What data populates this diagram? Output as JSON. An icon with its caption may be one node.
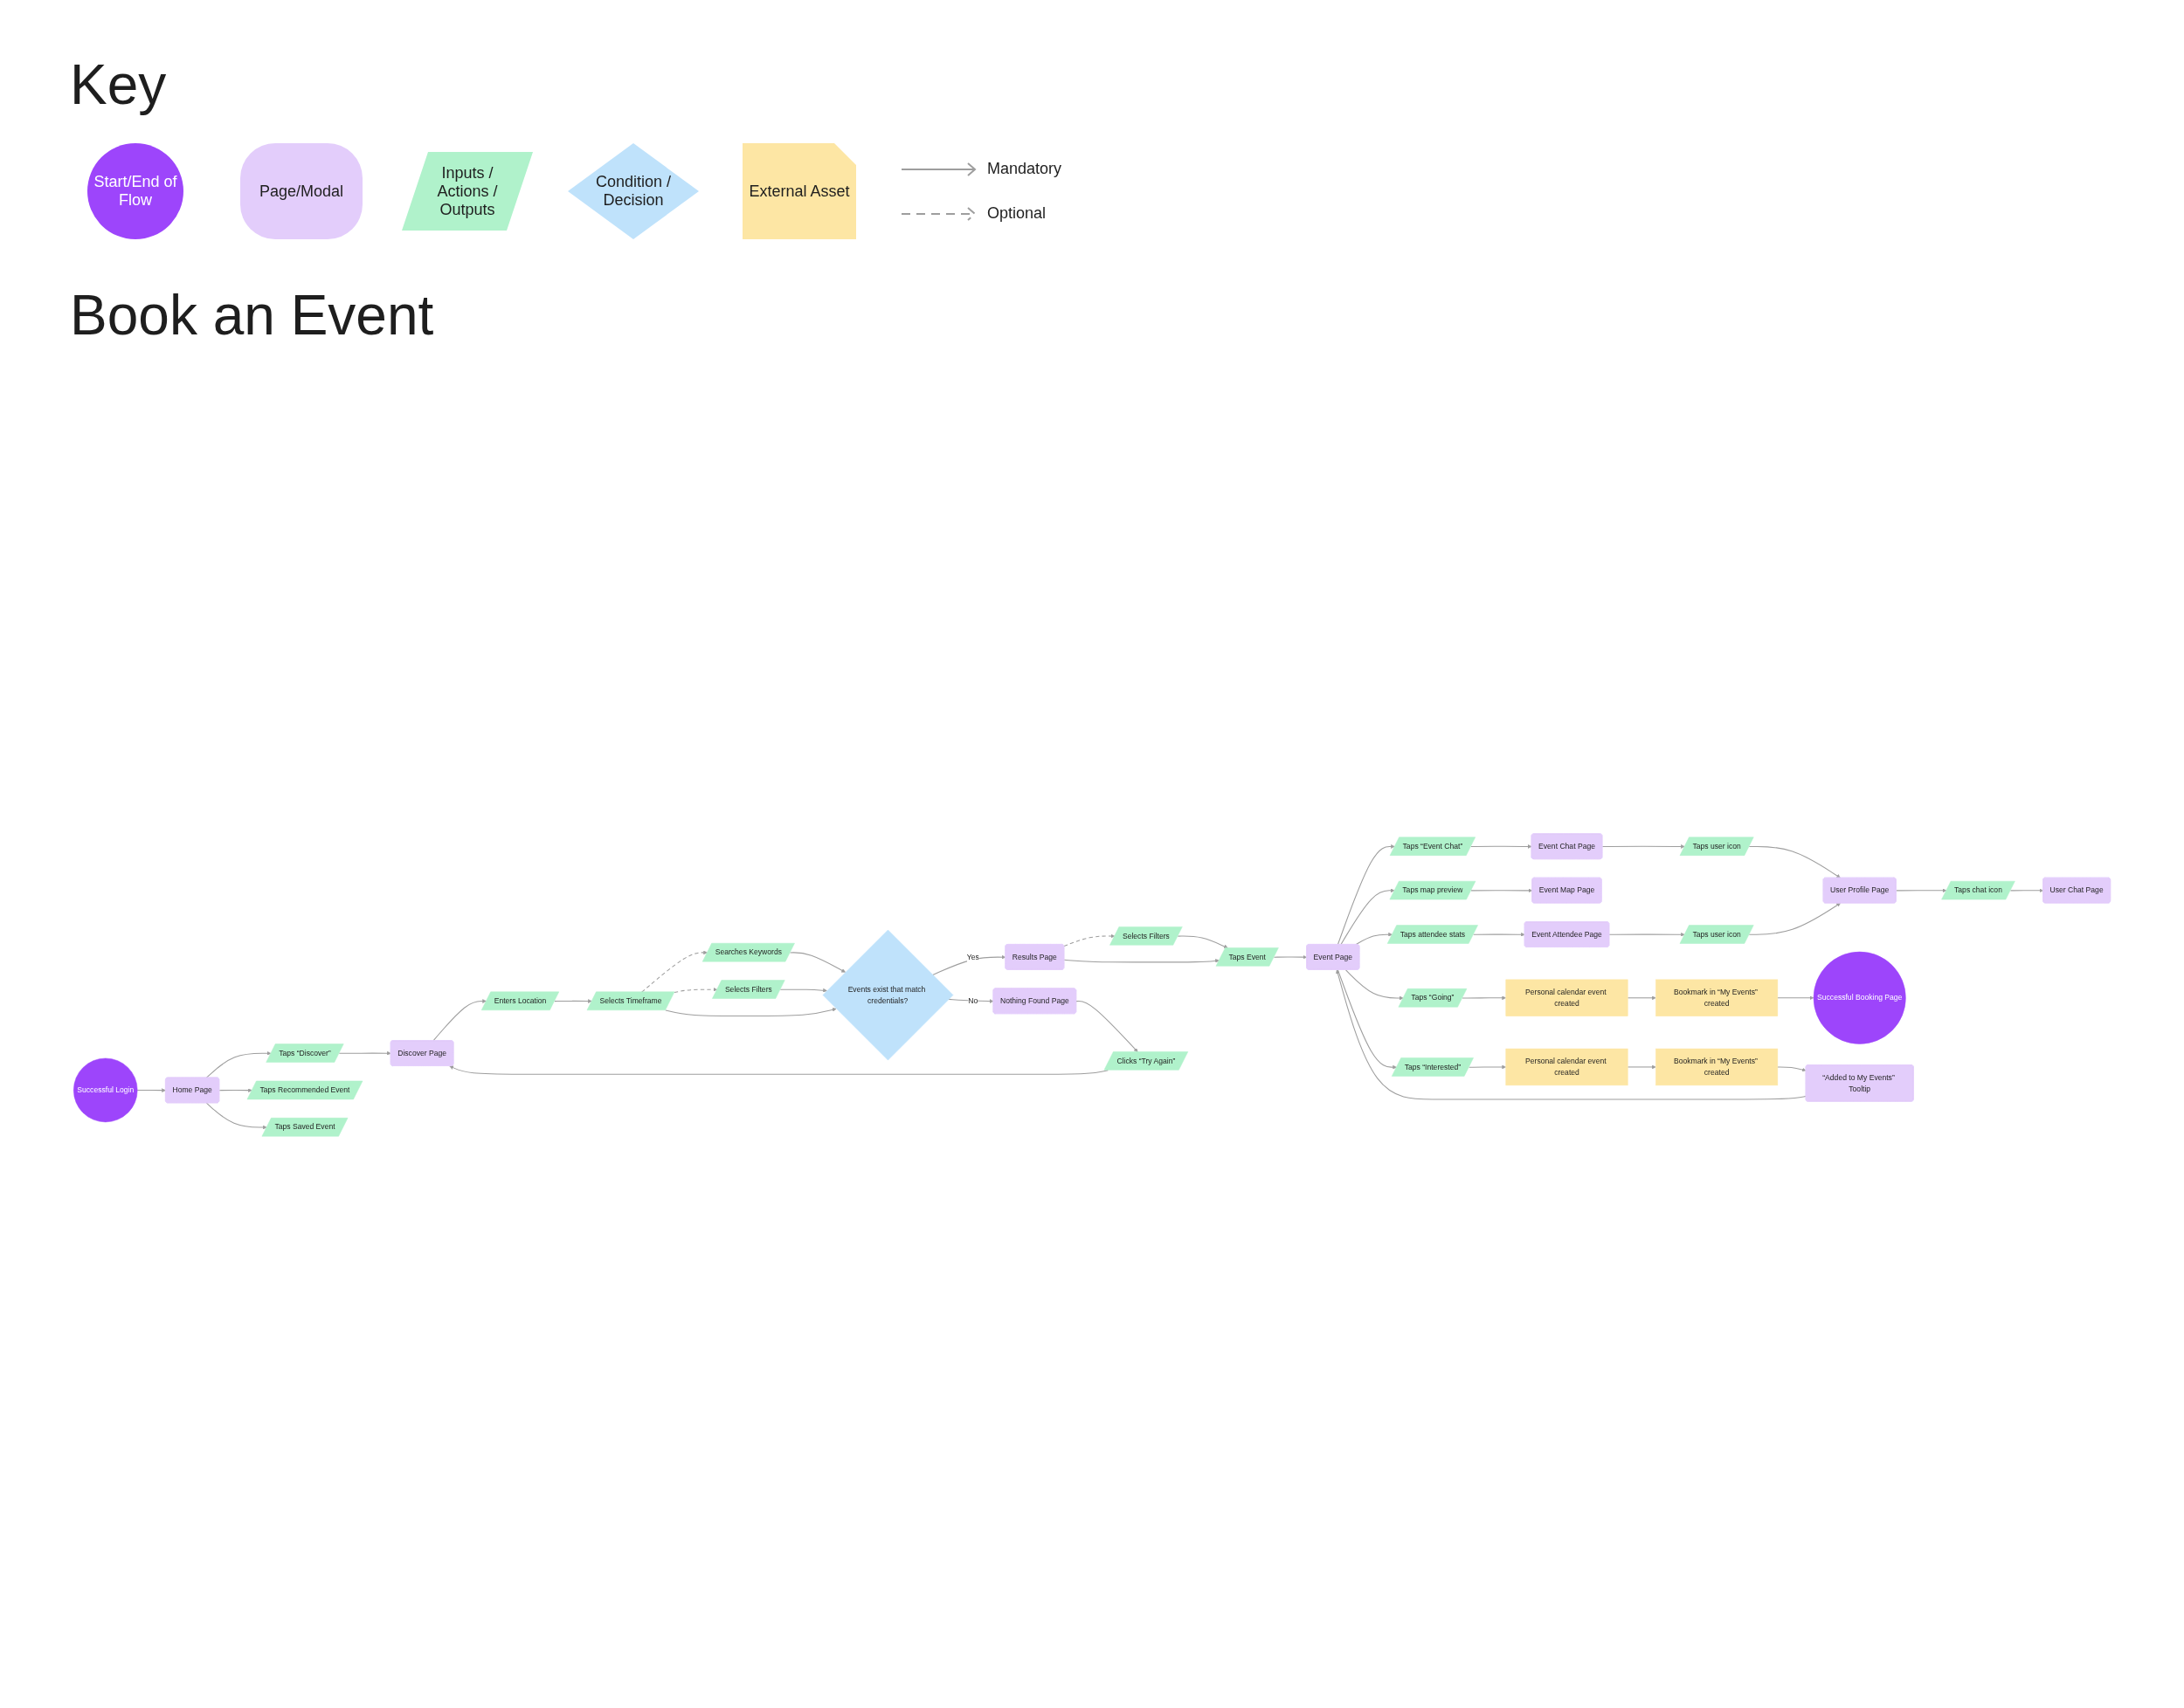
{
  "diagram": {
    "title": "Book an Event",
    "nodes": [
      {
        "text": [
          "Successful Login"
        ]
      },
      {
        "text": [
          "Home Page"
        ]
      },
      {
        "text": [
          "Taps “Discover”"
        ]
      },
      {
        "text": [
          "Taps Recommended Event"
        ]
      },
      {
        "text": [
          "Taps Saved Event"
        ]
      },
      {
        "text": [
          "Discover Page"
        ]
      },
      {
        "text": [
          "Enters Location"
        ]
      },
      {
        "text": [
          "Selects Timeframe"
        ]
      },
      {
        "text": [
          "Searches Keywords"
        ]
      },
      {
        "text": [
          "Selects Filters"
        ]
      },
      {
        "text": [
          "Events exist that match credentials?"
        ]
      },
      {
        "text": [
          "Results Page"
        ]
      },
      {
        "text": [
          "Selects Filters"
        ]
      },
      {
        "text": [
          "Taps Event"
        ]
      },
      {
        "text": [
          "Nothing Found Page"
        ]
      },
      {
        "text": [
          "Clicks “Try Again”"
        ]
      },
      {
        "text": [
          "Event Page"
        ]
      },
      {
        "text": [
          "Taps “Event Chat”"
        ]
      },
      {
        "text": [
          "Taps map preview"
        ]
      },
      {
        "text": [
          "Taps attendee stats"
        ]
      },
      {
        "text": [
          "Event Chat Page"
        ]
      },
      {
        "text": [
          "Taps user icon"
        ]
      },
      {
        "text": [
          "Event Map Page"
        ]
      },
      {
        "text": [
          "Event Attendee Page"
        ]
      },
      {
        "text": [
          "Taps user icon"
        ]
      },
      {
        "text": [
          "User Profile Page"
        ]
      },
      {
        "text": [
          "Taps chat icon"
        ]
      },
      {
        "text": [
          "User Chat Page"
        ]
      },
      {
        "text": [
          "Taps “Going”"
        ]
      },
      {
        "text": [
          "Personal calendar event created"
        ]
      },
      {
        "text": [
          "Bookmark in “My Events” created"
        ]
      },
      {
        "text": [
          "Successful Booking Page"
        ]
      },
      {
        "text": [
          "Taps “Interested”"
        ]
      },
      {
        "text": [
          "Personal calendar event created"
        ]
      },
      {
        "text": [
          "Bookmark in “My Events” created"
        ]
      },
      {
        "text": [
          "“Added to My Events” Tooltip"
        ]
      }
    ],
    "edges": [
      {
        "from": 0,
        "to": 1,
        "arrow": "to"
      },
      {
        "from": 1,
        "to": 2,
        "arrow": "to"
      },
      {
        "from": 1,
        "to": 3,
        "arrow": "to"
      },
      {
        "from": 1,
        "to": 4,
        "arrow": "to"
      },
      {
        "from": 2,
        "to": 5,
        "arrow": "to"
      },
      {
        "from": 5,
        "to": 6,
        "arrow": "to"
      },
      {
        "from": 6,
        "to": 7,
        "arrow": "to"
      },
      {
        "from": 7,
        "to": 8,
        "arrow": "to",
        "style": "dashed"
      },
      {
        "from": 7,
        "to": 9,
        "arrow": "to",
        "style": "dashed"
      },
      {
        "from": 7,
        "to": 10,
        "arrow": "to"
      },
      {
        "from": 8,
        "to": 10,
        "arrow": "to"
      },
      {
        "from": 9,
        "to": 10,
        "arrow": "to"
      },
      {
        "from": 10,
        "to": 11,
        "arrow": "to",
        "label": "Yes"
      },
      {
        "from": 10,
        "to": 14,
        "arrow": "to",
        "label": "No"
      },
      {
        "from": 14,
        "to": 15,
        "arrow": "to"
      },
      {
        "from": 15,
        "to": 5,
        "arrow": "to"
      },
      {
        "from": 11,
        "to": 12,
        "arrow": "to",
        "style": "dashed"
      },
      {
        "from": 11,
        "to": 13,
        "arrow": "to"
      },
      {
        "from": 12,
        "to": 13,
        "arrow": "to"
      },
      {
        "from": 13,
        "to": 16,
        "arrow": "to"
      },
      {
        "from": 16,
        "to": 17,
        "arrow": "to"
      },
      {
        "from": 16,
        "to": 18,
        "arrow": "to"
      },
      {
        "from": 16,
        "to": 19,
        "arrow": "to"
      },
      {
        "from": 16,
        "to": 28,
        "arrow": "to"
      },
      {
        "from": 16,
        "to": 32,
        "arrow": "to"
      },
      {
        "from": 17,
        "to": 20,
        "arrow": "to"
      },
      {
        "from": 20,
        "to": 21,
        "arrow": "to"
      },
      {
        "from": 21,
        "to": 25,
        "arrow": "to"
      },
      {
        "from": 18,
        "to": 22,
        "arrow": "to"
      },
      {
        "from": 19,
        "to": 23,
        "arrow": "to"
      },
      {
        "from": 23,
        "to": 24,
        "arrow": "to"
      },
      {
        "from": 24,
        "to": 25,
        "arrow": "to"
      },
      {
        "from": 25,
        "to": 26,
        "arrow": "to"
      },
      {
        "from": 26,
        "to": 27,
        "arrow": "to"
      },
      {
        "from": 28,
        "to": 29,
        "arrow": "to"
      },
      {
        "from": 29,
        "to": 30,
        "arrow": "to"
      },
      {
        "from": 30,
        "to": 31,
        "arrow": "to"
      },
      {
        "from": 32,
        "to": 33,
        "arrow": "to"
      },
      {
        "from": 33,
        "to": 34,
        "arrow": "to"
      },
      {
        "from": 34,
        "to": 35,
        "arrow": "to"
      },
      {
        "from": 35,
        "to": 16,
        "arrow": "to"
      }
    ],
    "labels": [
      "Key"
    ],
    "legend": [
      {
        "text": "Start/End of Flow",
        "color": "#9d45fb"
      },
      {
        "text": "Page/Modal",
        "color": "#e3cdfb"
      },
      {
        "text": "Inputs / Actions / Outputs",
        "color": "#b0f2cb"
      },
      {
        "text": "Condition / Decision",
        "color": "#bfe2fb"
      },
      {
        "text": "External Asset",
        "color": "#fde6a4"
      },
      {
        "text": "Mandatory"
      },
      {
        "text": "Optional"
      }
    ]
  }
}
